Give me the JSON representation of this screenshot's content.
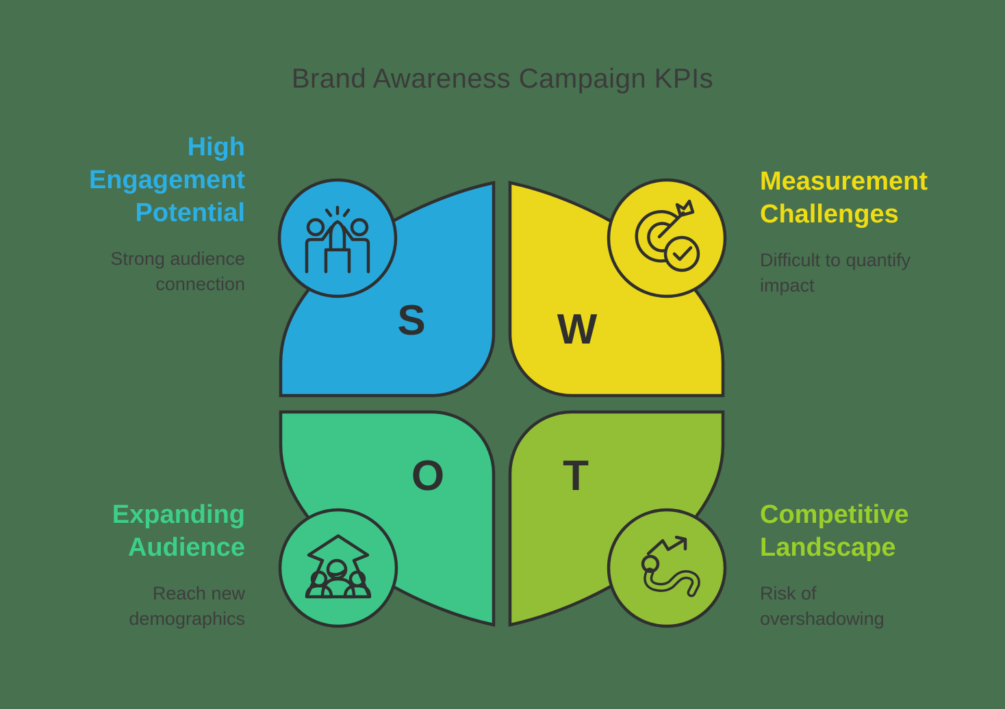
{
  "title": "Brand Awareness Campaign KPIs",
  "colors": {
    "background": "#47714F",
    "outline": "#2F2F2F",
    "title_text": "#3B3B3B",
    "subtitle_text": "#3E3E3E",
    "letter_text": "#2F2F2F"
  },
  "quadrants": {
    "strengths": {
      "letter": "S",
      "petal_color": "#27A8DB",
      "heading_color": "#2CAFE6",
      "heading_lines": [
        "High",
        "Engagement",
        "Potential"
      ],
      "subtitle_lines": [
        "Strong audience",
        "connection"
      ],
      "icon": "high-five-people-icon"
    },
    "weaknesses": {
      "letter": "W",
      "petal_color": "#EBD81C",
      "heading_color": "#F0DC13",
      "heading_lines": [
        "Measurement",
        "Challenges"
      ],
      "subtitle_lines": [
        "Difficult to quantify",
        "impact"
      ],
      "icon": "target-arrow-check-icon"
    },
    "opportunities": {
      "letter": "O",
      "petal_color": "#3DC687",
      "heading_color": "#3DCE8A",
      "heading_lines": [
        "Expanding",
        "Audience"
      ],
      "subtitle_lines": [
        "Reach new",
        "demographics"
      ],
      "icon": "audience-growth-arrow-icon"
    },
    "threats": {
      "letter": "T",
      "petal_color": "#93BF37",
      "heading_color": "#9ACE2B",
      "heading_lines": [
        "Competitive",
        "Landscape"
      ],
      "subtitle_lines": [
        "Risk of",
        "overshadowing"
      ],
      "icon": "competitor-trend-falling-person-icon"
    }
  }
}
